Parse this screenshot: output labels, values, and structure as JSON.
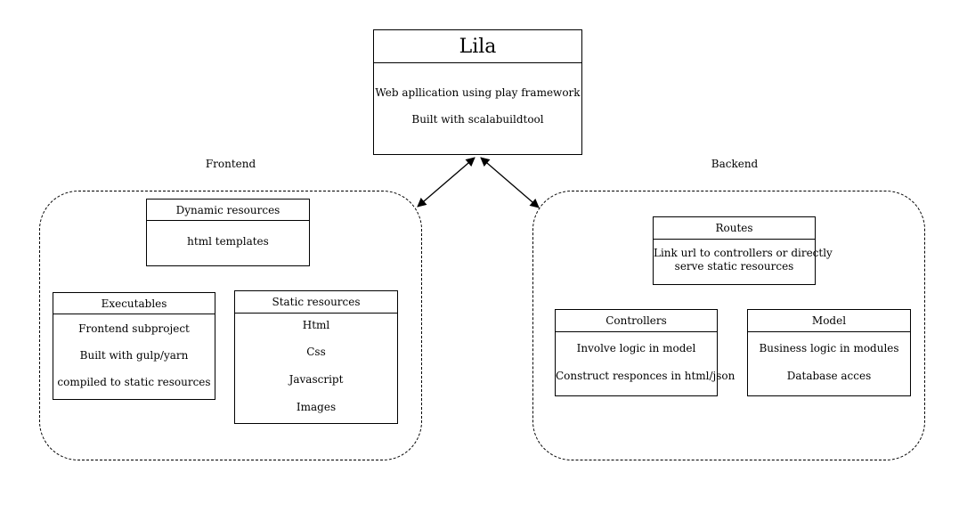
{
  "lila": {
    "title": "Lila",
    "line1": "Web apllication using play framework",
    "line2": "Built with scalabuildtool"
  },
  "frontend": {
    "label": "Frontend",
    "dynamic": {
      "title": "Dynamic resources",
      "line1": "html templates"
    },
    "executables": {
      "title": "Executables",
      "line1": "Frontend subproject",
      "line2": "Built with gulp/yarn",
      "line3": "compiled to static resources"
    },
    "static": {
      "title": "Static resources",
      "line1": "Html",
      "line2": "Css",
      "line3": "Javascript",
      "line4": "Images"
    }
  },
  "backend": {
    "label": "Backend",
    "routes": {
      "title": "Routes",
      "line1": "Link url to controllers or directly",
      "line2": "serve static resources"
    },
    "controllers": {
      "title": "Controllers",
      "line1": "Involve logic in model",
      "line2": "Construct responces in html/json"
    },
    "model": {
      "title": "Model",
      "line1": "Business logic in modules",
      "line2": "Database acces"
    }
  }
}
